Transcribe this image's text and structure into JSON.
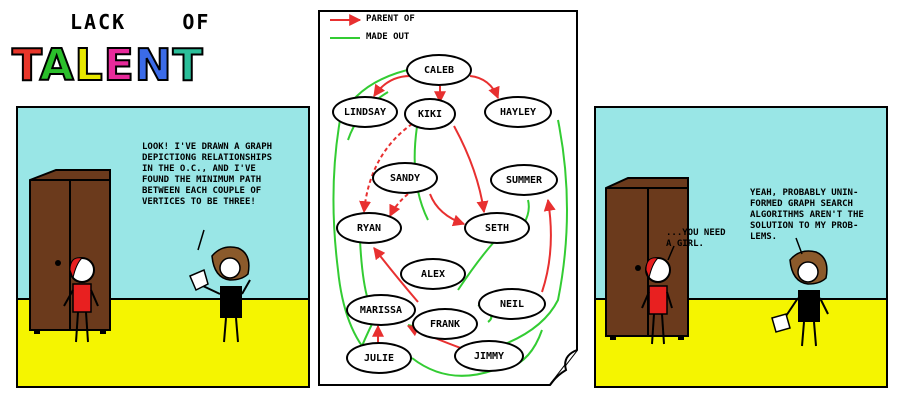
{
  "title": {
    "small_words": [
      "LACK",
      "OF"
    ],
    "letters": [
      "T",
      "A",
      "L",
      "E",
      "N",
      "T"
    ],
    "letter_colors": [
      "#e8362a",
      "#2bbf2b",
      "#e8e800",
      "#e82a9b",
      "#3b6be8",
      "#2bbf9a"
    ]
  },
  "panel1": {
    "speech": "LOOK! I'VE DRAWN A GRAPH DEPICTIONG RELATIONSHIPS IN THE O.C., AND I'VE FOUND THE MINIMUM PATH BETWEEN EACH COUPLE OF VERTICES TO BE THREE!"
  },
  "graph": {
    "legend": {
      "parent_label": "PARENT OF",
      "madeout_label": "MADE OUT"
    },
    "colors": {
      "parent": "#e83030",
      "madeout": "#33cc33"
    },
    "nodes": [
      {
        "id": "caleb",
        "label": "CALEB"
      },
      {
        "id": "lindsay",
        "label": "LINDSAY"
      },
      {
        "id": "kiki",
        "label": "KIKI"
      },
      {
        "id": "hayley",
        "label": "HAYLEY"
      },
      {
        "id": "sandy",
        "label": "SANDY"
      },
      {
        "id": "summer",
        "label": "SUMMER"
      },
      {
        "id": "ryan",
        "label": "RYAN"
      },
      {
        "id": "seth",
        "label": "SETH"
      },
      {
        "id": "alex",
        "label": "ALEX"
      },
      {
        "id": "marissa",
        "label": "MARISSA"
      },
      {
        "id": "frank",
        "label": "FRANK"
      },
      {
        "id": "neil",
        "label": "NEIL"
      },
      {
        "id": "julie",
        "label": "JULIE"
      },
      {
        "id": "jimmy",
        "label": "JIMMY"
      }
    ]
  },
  "panel3": {
    "speech_kid": "...YOU NEED A GIRL.",
    "speech_girl": "YEAH, PROBABLY UNIN-FORMED GRAPH SEARCH ALGORITHMS AREN'T THE SOLUTION TO MY PROB-LEMS."
  }
}
